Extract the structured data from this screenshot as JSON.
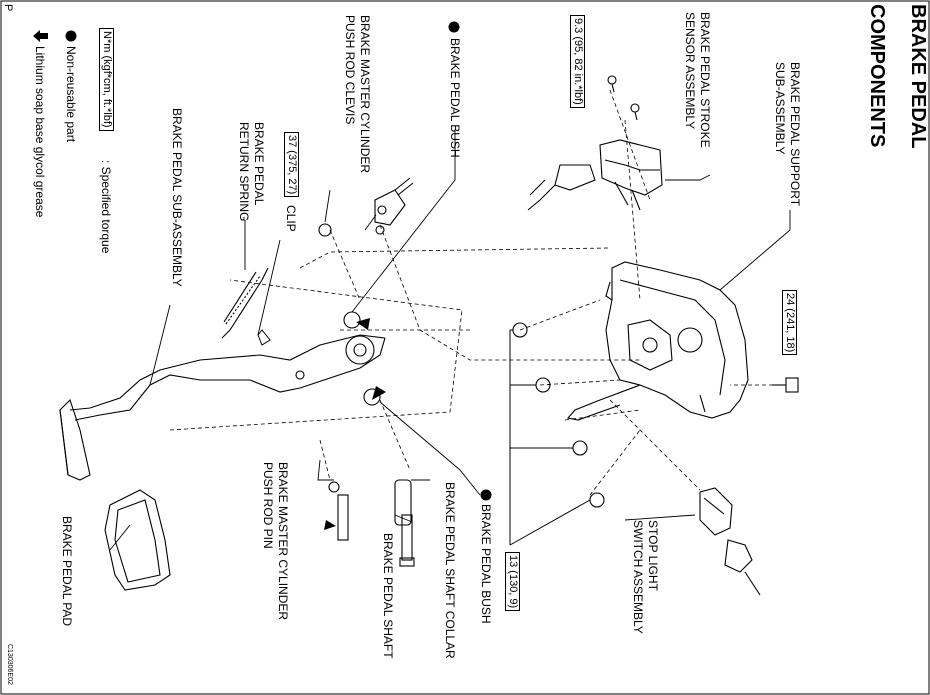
{
  "title": "BRAKE PEDAL",
  "subtitle": "COMPONENTS",
  "legend": {
    "torque_box": "N*m (kgf*cm, ft.*lbf)",
    "torque_desc": ": Specified torque",
    "non_reusable": "Non-reusable part",
    "grease": "Lithium soap base glycol grease"
  },
  "parts": {
    "support": [
      "BRAKE PEDAL SUPPORT",
      "SUB-ASSEMBLY"
    ],
    "stroke_sensor": [
      "BRAKE PEDAL STROKE",
      "SENSOR ASSEMBLY"
    ],
    "bush_top": "BRAKE PEDAL BUSH",
    "bush_bottom": "BRAKE PEDAL BUSH",
    "clevis": [
      "BRAKE MASTER CYLINDER",
      "PUSH ROD CLEVIS"
    ],
    "return_spring": [
      "BRAKE PEDAL",
      "RETURN SPRING"
    ],
    "clip": "CLIP",
    "pedal_sub": "BRAKE PEDAL SUB-ASSEMBLY",
    "pedal_pad": "BRAKE PEDAL PAD",
    "push_rod_pin": [
      "BRAKE MASTER CYLINDER",
      "PUSH ROD PIN"
    ],
    "shaft_collar": "BRAKE PEDAL SHAFT COLLAR",
    "shaft": "BRAKE PEDAL SHAFT",
    "stop_light": [
      "STOP LIGHT",
      "SWITCH ASSEMBLY"
    ]
  },
  "torques": {
    "sensor_bolt": "9.3 (95, 82 in.*lbf)",
    "support_bolt": "24 (241, 18)",
    "clevis_nut": "37 (375, 27)",
    "nuts": "13 (130, 9)"
  },
  "footer": {
    "page_ref": "P",
    "code": "C130306E02"
  },
  "colors": {
    "ink": "#000000",
    "paper": "#ffffff"
  }
}
